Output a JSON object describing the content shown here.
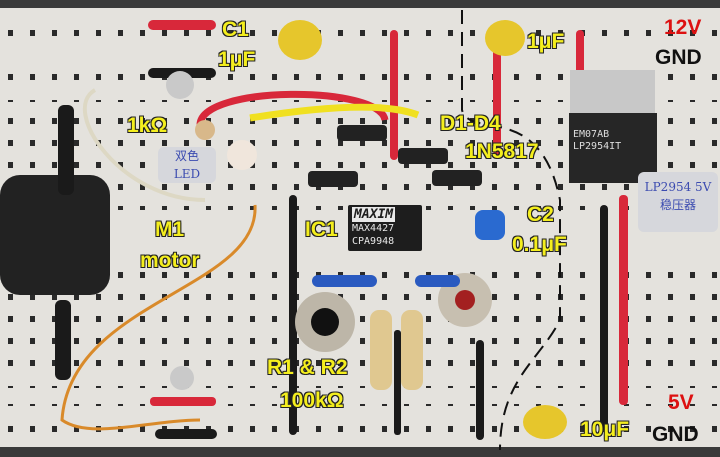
{
  "labels": {
    "c1": "C1",
    "c1_value": "1μF",
    "c_top_value": "1μF",
    "v12": "12V",
    "gnd_top": "GND",
    "r_led": "1kΩ",
    "led_note_line1": "双色",
    "led_note_line2": "LED",
    "diodes": "D1-D4",
    "diode_part": "1N5817",
    "reg_note_line1": "LP2954  5V",
    "reg_note_line2": "稳压器",
    "m1": "M1",
    "motor": "motor",
    "ic1": "IC1",
    "c2": "C2",
    "c2_value": "0.1μF",
    "resistors": "R1 & R2",
    "resistors_value": "100kΩ",
    "v5": "5V",
    "gnd_bottom": "GND",
    "c_bottom_value": "10μF"
  },
  "chip": {
    "brand": "MAXIM",
    "part": "MAX4427",
    "code": "CPA9948"
  },
  "regulator": {
    "line1": "EM07AB",
    "line2": "LP2954IT"
  },
  "colors": {
    "label": "#f4ee1e",
    "voltage": "#d11111",
    "wire_red": "#d8283a",
    "wire_yellow": "#f0e020",
    "wire_orange": "#d98a2a"
  }
}
